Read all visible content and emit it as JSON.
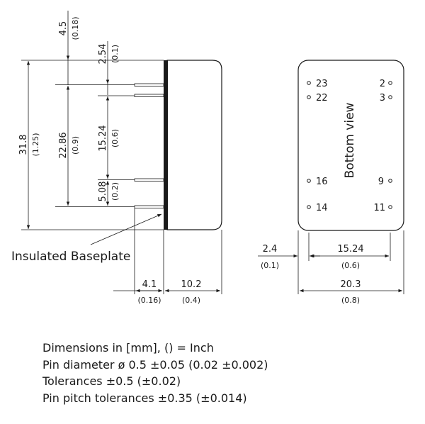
{
  "side_view": {
    "dims": {
      "pin_offset_top": {
        "mm": "4.5",
        "inch": "(0.18)"
      },
      "pin_offset_side": {
        "mm": "2.54",
        "inch": "(0.1)"
      },
      "pin_span_outer": {
        "mm": "22.86",
        "inch": "(0.9)"
      },
      "pin_span_inner": {
        "mm": "15.24",
        "inch": "(0.6)"
      },
      "pin_pitch": {
        "mm": "5.08",
        "inch": "(0.2)"
      },
      "total_length": {
        "mm": "31.8",
        "inch": "(1.25)"
      },
      "pin_length": {
        "mm": "4.1",
        "inch": "(0.16)"
      },
      "body_height": {
        "mm": "10.2",
        "inch": "(0.4)"
      }
    },
    "baseplate_label": "Insulated Baseplate"
  },
  "bottom_view": {
    "title": "Bottom view",
    "pins": [
      "23",
      "22",
      "2",
      "3",
      "16",
      "9",
      "14",
      "11"
    ],
    "dims": {
      "edge_offset": {
        "mm": "2.4",
        "inch": "(0.1)"
      },
      "pin_row_spacing": {
        "mm": "15.24",
        "inch": "(0.6)"
      },
      "total_width": {
        "mm": "20.3",
        "inch": "(0.8)"
      }
    }
  },
  "notes": [
    "Dimensions in [mm], () = Inch",
    "Pin diameter ø 0.5 ±0.05  (0.02 ±0.002)",
    "Tolerances  ±0.5 (±0.02)",
    "Pin pitch tolerances ±0.35 (±0.014)"
  ]
}
